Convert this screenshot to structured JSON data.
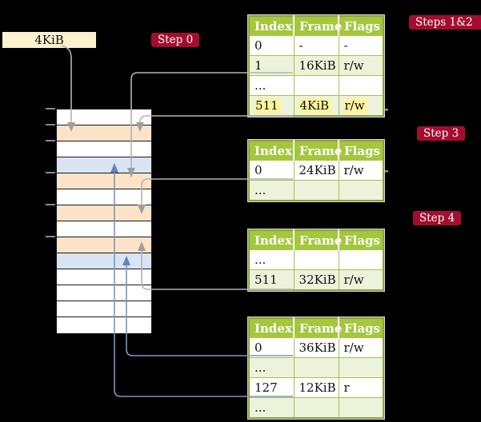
{
  "colors": {
    "background": "#000000",
    "crimson": "#a50d30",
    "header_green": "#a4c73e",
    "row_green": "#edf2da",
    "table_border": "#8ca43c",
    "cream": "#fcf1cf",
    "peach": "#fce3c7",
    "light_blue": "#d8e4f4",
    "yellow_highlight": "#fdf4a0",
    "gray_line": "#b3b3b3",
    "blue_line": "#7b96c8"
  },
  "legend_box": {
    "label": "4KiB"
  },
  "badges": {
    "step0": {
      "label": "Step 0"
    },
    "steps12": {
      "label": "Steps 1&2"
    },
    "step3": {
      "label": "Step 3"
    },
    "step4": {
      "label": "Step 4"
    }
  },
  "memory_column": {
    "rows": [
      "white",
      "peach",
      "white",
      "blue",
      "peach",
      "white",
      "peach",
      "white",
      "peach",
      "blue",
      "white",
      "white",
      "white",
      "white"
    ]
  },
  "tables": [
    {
      "id": "page-table-steps-1-2",
      "headers": [
        "Index",
        "Frame",
        "Flags"
      ],
      "rows": [
        {
          "cells": [
            "0",
            "-",
            "-"
          ],
          "shade": "white",
          "highlight": false
        },
        {
          "cells": [
            "1",
            "16KiB",
            "r/w"
          ],
          "shade": "green",
          "highlight": false
        },
        {
          "cells": [
            "...",
            "",
            ""
          ],
          "shade": "white",
          "highlight": false
        },
        {
          "cells": [
            "511",
            "4KiB",
            "r/w"
          ],
          "shade": "green",
          "highlight": true
        }
      ]
    },
    {
      "id": "page-table-step-3",
      "headers": [
        "Index",
        "Frame",
        "Flags"
      ],
      "rows": [
        {
          "cells": [
            "0",
            "24KiB",
            "r/w"
          ],
          "shade": "white",
          "highlight": false
        },
        {
          "cells": [
            "...",
            "",
            ""
          ],
          "shade": "green",
          "highlight": false
        }
      ]
    },
    {
      "id": "page-table-step-4",
      "headers": [
        "Index",
        "Frame",
        "Flags"
      ],
      "rows": [
        {
          "cells": [
            "...",
            "",
            ""
          ],
          "shade": "white",
          "highlight": false
        },
        {
          "cells": [
            "511",
            "32KiB",
            "r/w"
          ],
          "shade": "green",
          "highlight": false
        }
      ]
    },
    {
      "id": "page-table-bottom",
      "headers": [
        "Index",
        "Frame",
        "Flags"
      ],
      "rows": [
        {
          "cells": [
            "0",
            "36KiB",
            "r/w"
          ],
          "shade": "white",
          "highlight": false
        },
        {
          "cells": [
            "...",
            "",
            ""
          ],
          "shade": "green",
          "highlight": false
        },
        {
          "cells": [
            "127",
            "12KiB",
            "r"
          ],
          "shade": "white",
          "highlight": false
        },
        {
          "cells": [
            "...",
            "",
            ""
          ],
          "shade": "green",
          "highlight": false
        }
      ]
    }
  ],
  "connectors": [
    {
      "id": "legend-to-frame2",
      "from": "4KiB legend box",
      "to": "memory frame row 2",
      "color": "gray"
    },
    {
      "id": "t1-entry1-arrow",
      "from": "table 1 entry 1 (16KiB)",
      "to": "memory frame row 5",
      "color": "gray"
    },
    {
      "id": "t1-entry511-arrow",
      "from": "table 1 entry 511 (4KiB)",
      "to": "memory frame row 2",
      "color": "gray"
    },
    {
      "id": "t2-entry0-arrow",
      "from": "table 2 entry 0 (24KiB)",
      "to": "memory frame row 7",
      "color": "gray"
    },
    {
      "id": "t3-entry511-arrow",
      "from": "table 3 entry 511 (32KiB)",
      "to": "memory frame row 9",
      "color": "gray"
    },
    {
      "id": "t4-entry0-arrow",
      "from": "table 4 entry 0 (36KiB)",
      "to": "memory frame row 10",
      "color": "blue"
    },
    {
      "id": "t4-entry127-arrow",
      "from": "table 4 entry 127 (12KiB)",
      "to": "memory frame row 4",
      "color": "blue"
    }
  ]
}
